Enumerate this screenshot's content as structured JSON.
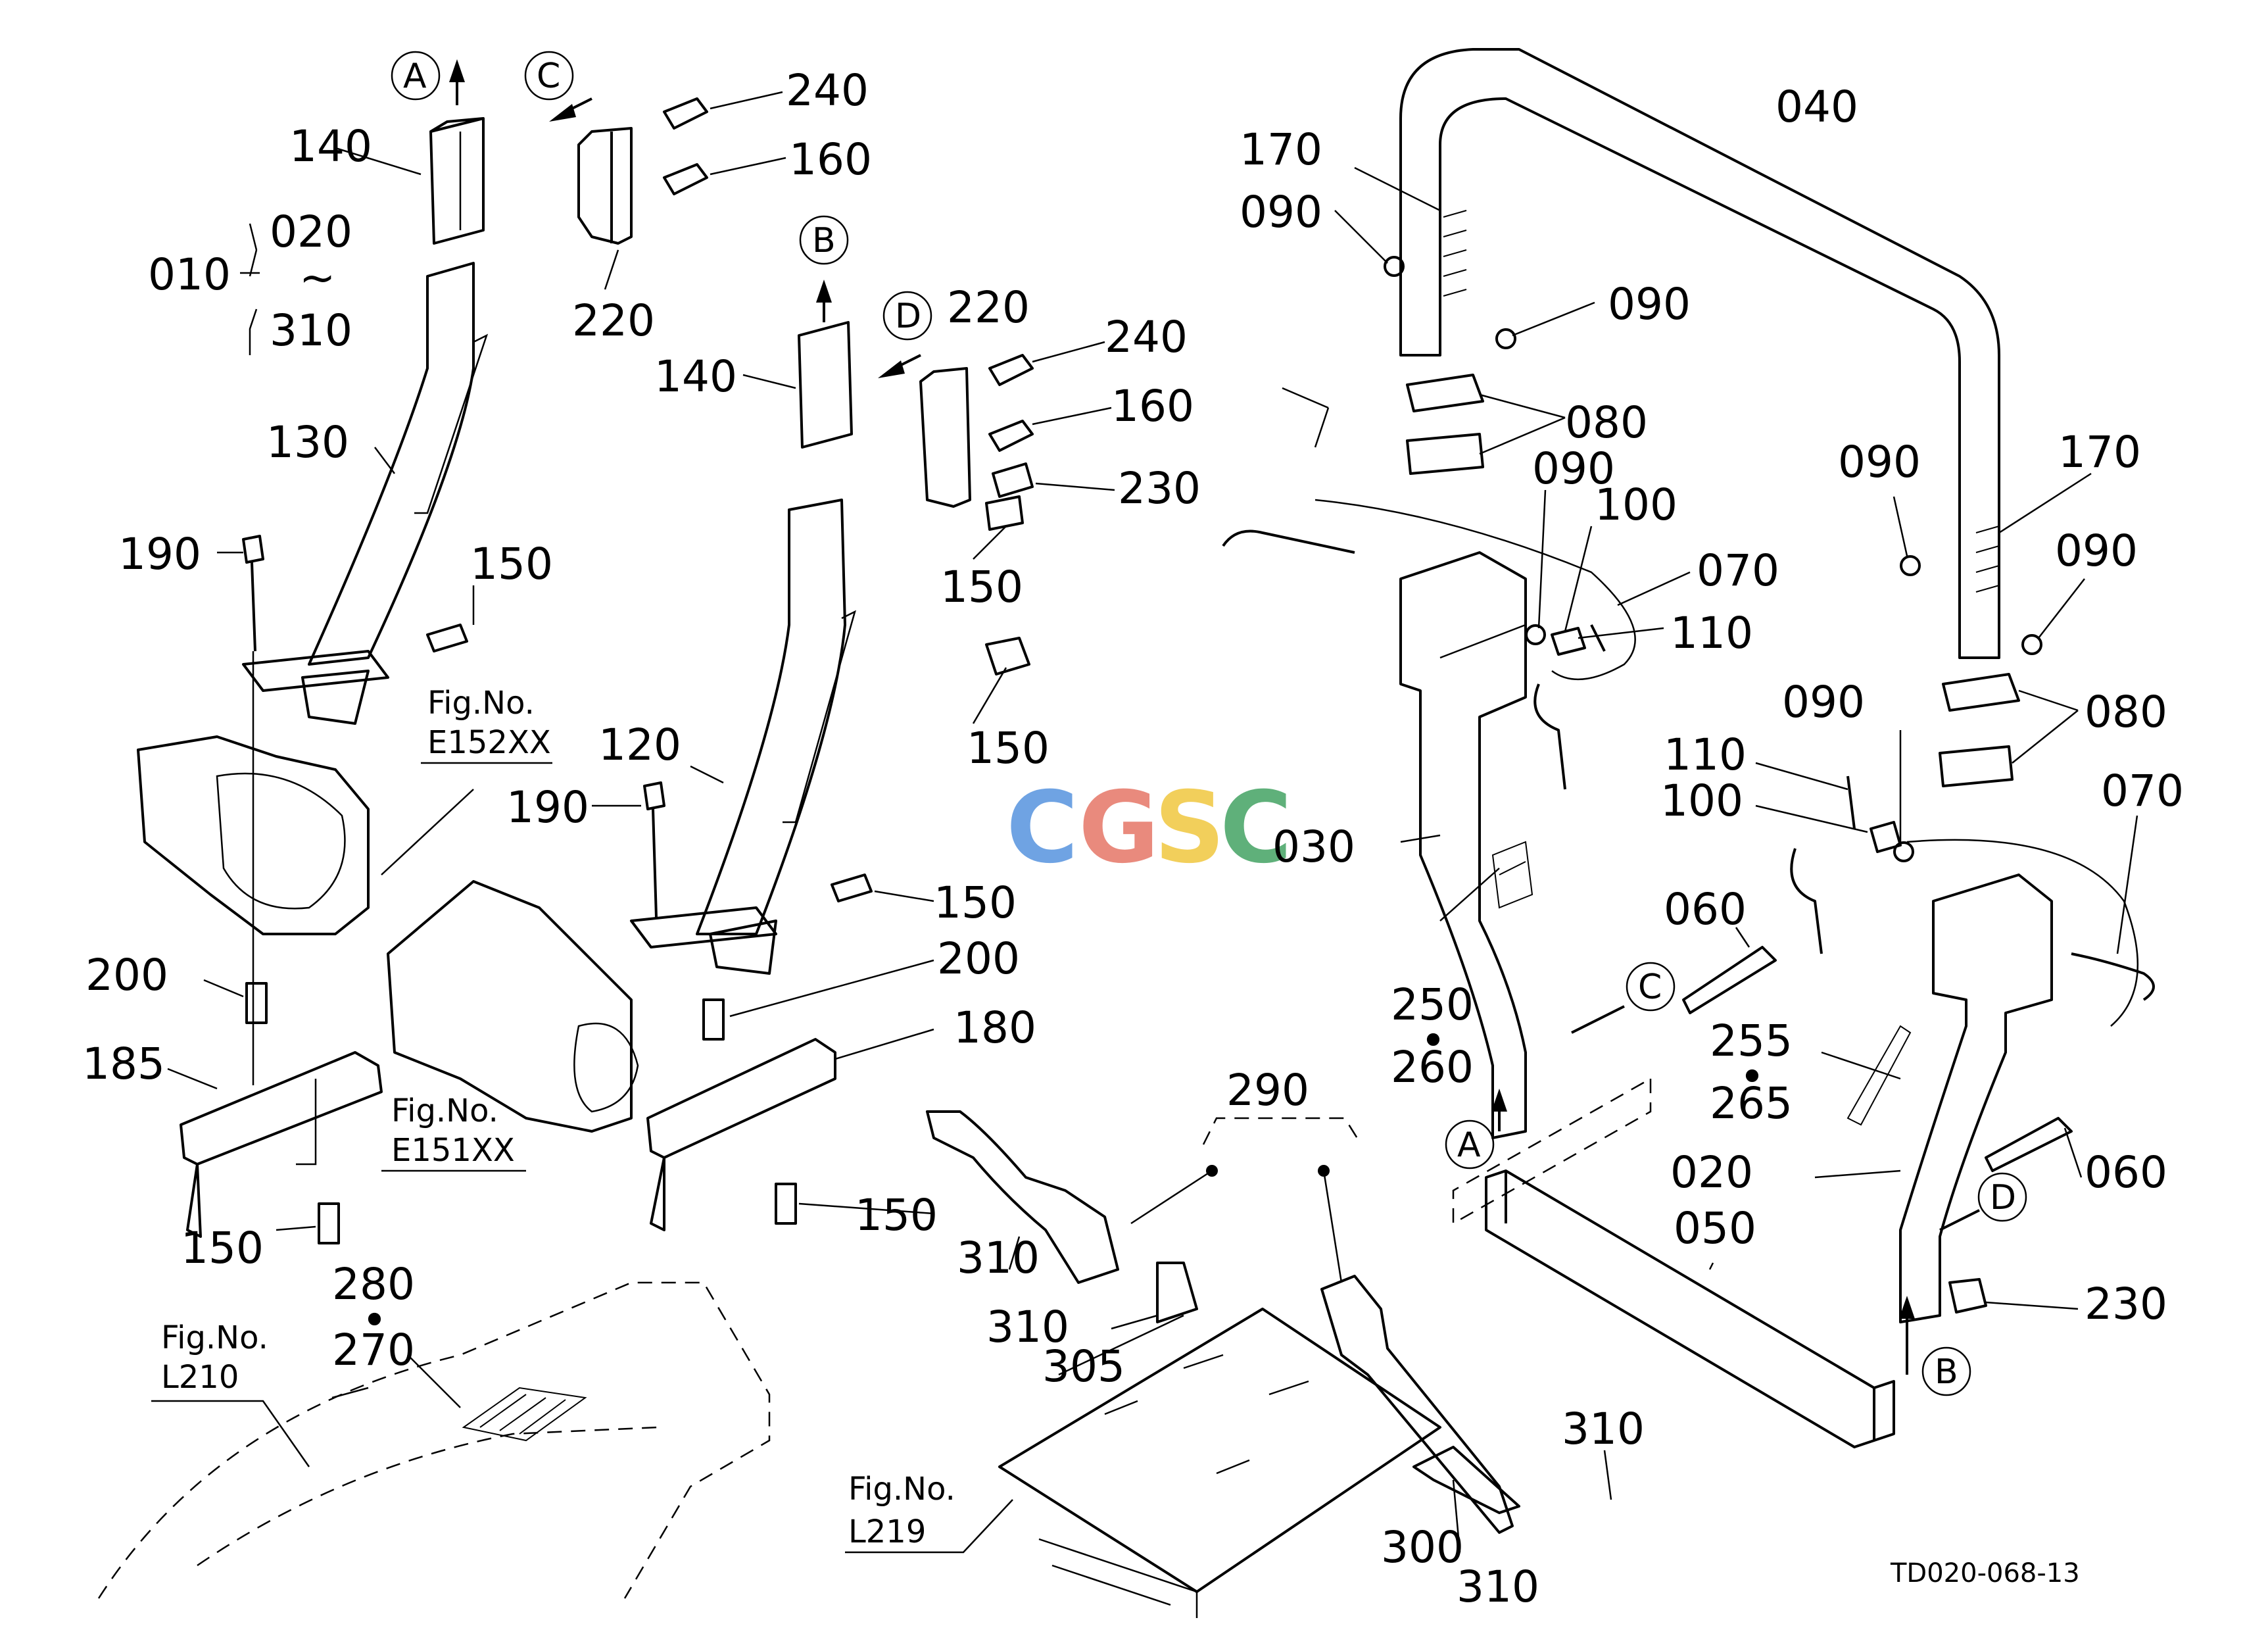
{
  "drawing_code": "TD020-068-13",
  "watermark": {
    "letters": [
      "C",
      "G",
      "S",
      "C"
    ],
    "colors": [
      "#6fa3e3",
      "#e98a7d",
      "#f2cf5b",
      "#5fb07a"
    ]
  },
  "callouts": {
    "p010": "010",
    "p020_range": "020",
    "tilde": "~",
    "p310_range": "310",
    "p140a": "140",
    "p130": "130",
    "p190a": "190",
    "p150a": "150",
    "p200a": "200",
    "p185": "185",
    "p150b": "150",
    "p240a": "240",
    "p160a": "160",
    "p220a": "220",
    "p140b": "140",
    "p220b": "220",
    "p240b": "240",
    "p160b": "160",
    "p230a": "230",
    "p150c": "150",
    "p150d": "150",
    "p120": "120",
    "p190b": "190",
    "p150e": "150",
    "p200b": "200",
    "p180": "180",
    "p150f": "150",
    "p170a": "170",
    "p090a": "090",
    "p040": "040",
    "p090b": "090",
    "p080a": "080",
    "p090c": "090",
    "p100a": "100",
    "p070a": "070",
    "p110a": "110",
    "p030": "030",
    "p250": "250",
    "p260": "260",
    "p090d": "090",
    "p170b": "170",
    "p090e": "090",
    "p090f": "090",
    "p080b": "080",
    "p110b": "110",
    "p100b": "100",
    "p070b": "070",
    "p060a": "060",
    "p255": "255",
    "p265": "265",
    "p020": "020",
    "p060b": "060",
    "p050": "050",
    "p230b": "230",
    "p280": "280",
    "p270": "270",
    "p290": "290",
    "p310a": "310",
    "p310b": "310",
    "p305": "305",
    "p310c": "310",
    "p300": "300",
    "p310d": "310",
    "dot": "•"
  },
  "figure_refs": {
    "e152_label": "Fig.No.",
    "e152_code": "E152XX",
    "e151_label": "Fig.No.",
    "e151_code": "E151XX",
    "l210_label": "Fig.No.",
    "l210_code": "L210",
    "l219_label": "Fig.No.",
    "l219_code": "L219"
  },
  "connection_markers": {
    "a1": "A",
    "a2": "A",
    "b1": "B",
    "b2": "B",
    "c1": "C",
    "c2": "C",
    "d1": "D",
    "d2": "D"
  }
}
